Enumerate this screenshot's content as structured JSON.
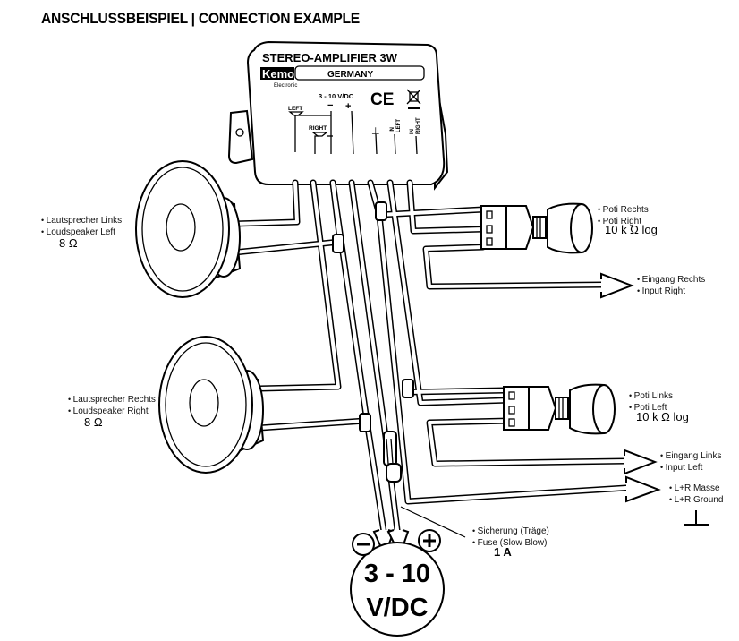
{
  "title": "ANSCHLUSSBEISPIEL | CONNECTION EXAMPLE",
  "module": {
    "name": "STEREO-AMPLIFIER 3W",
    "brand": "Kemo",
    "brand_sub": "Electronic",
    "country": "GERMANY",
    "supply_label": "3 - 10 V/DC",
    "minus": "−",
    "plus": "+",
    "ce_mark": "CE",
    "pin_labels": {
      "left": "LEFT",
      "right": "RIGHT",
      "ground": "⊥",
      "in_left_1": "IN",
      "in_left_2": "LEFT",
      "in_right_1": "IN",
      "in_right_2": "RIGHT"
    }
  },
  "speaker_left": {
    "line1": "Lautsprecher Links",
    "line2": "Loudspeaker Left",
    "value": "8 Ω"
  },
  "speaker_right": {
    "line1": "Lautsprecher Rechts",
    "line2": "Loudspeaker Right",
    "value": "8 Ω"
  },
  "poti_right": {
    "line1": "Poti Rechts",
    "line2": "Poti Right",
    "value": "10 k Ω  log"
  },
  "poti_left": {
    "line1": "Poti Links",
    "line2": "Poti Left",
    "value": "10 k Ω  log"
  },
  "input_right": {
    "line1": "Eingang Rechts",
    "line2": "Input Right"
  },
  "input_left": {
    "line1": "Eingang Links",
    "line2": "Input Left"
  },
  "ground": {
    "line1": "L+R Masse",
    "line2": "L+R Ground",
    "symbol": "⊥"
  },
  "fuse": {
    "line1": "Sicherung (Träge)",
    "line2": "Fuse (Slow Blow)",
    "value": "1 A"
  },
  "power": {
    "line1": "3 - 10",
    "line2": "V/DC",
    "minus": "−",
    "plus": "+"
  }
}
